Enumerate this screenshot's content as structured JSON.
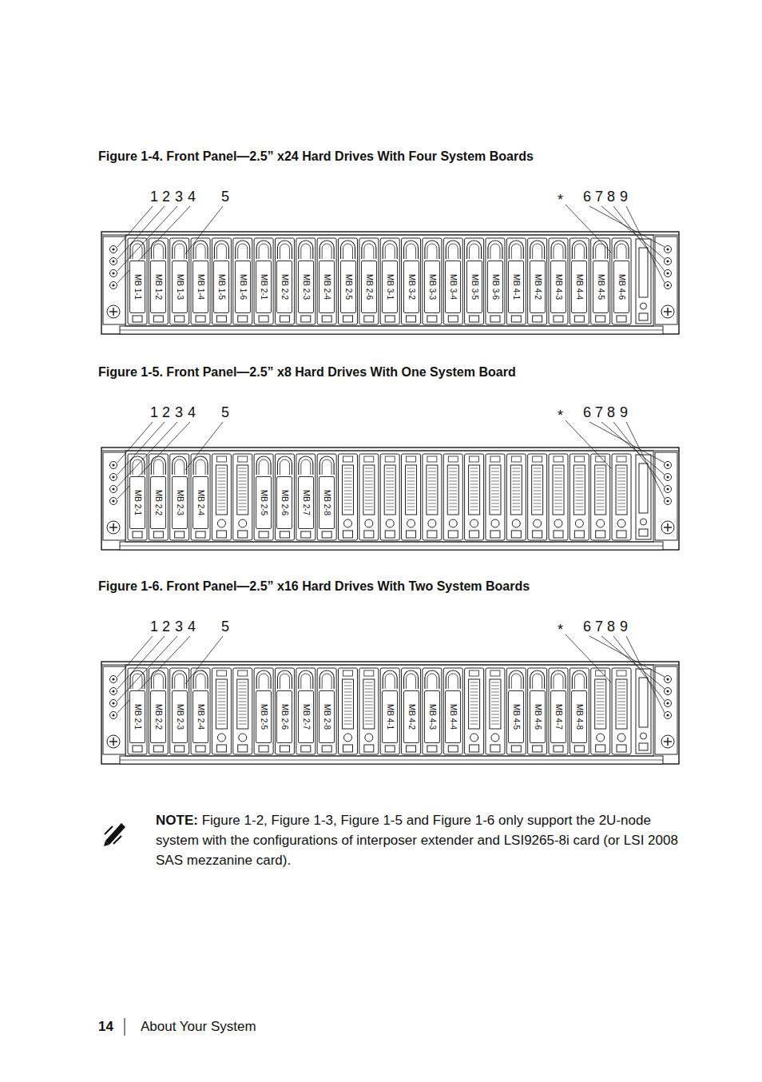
{
  "diagram": {
    "nodes": [
      {
        "text": [
          "MB 1-1"
        ]
      },
      {
        "text": [
          "MB 1-2"
        ]
      },
      {
        "text": [
          "MB 1-3"
        ]
      },
      {
        "text": [
          "MB 1-4"
        ]
      },
      {
        "text": [
          "MB 1-5"
        ]
      },
      {
        "text": [
          "MB 1-6"
        ]
      },
      {
        "text": [
          "MB 2-1"
        ]
      },
      {
        "text": [
          "MB 2-2"
        ]
      },
      {
        "text": [
          "MB 2-3"
        ]
      },
      {
        "text": [
          "MB 2-4"
        ]
      },
      {
        "text": [
          "MB 2-5"
        ]
      },
      {
        "text": [
          "MB 2-6"
        ]
      },
      {
        "text": [
          "MB 3-1"
        ]
      },
      {
        "text": [
          "MB 3-2"
        ]
      },
      {
        "text": [
          "MB 3-3"
        ]
      },
      {
        "text": [
          "MB 3-4"
        ]
      },
      {
        "text": [
          "MB 3-5"
        ]
      },
      {
        "text": [
          "MB 3-6"
        ]
      },
      {
        "text": [
          "MB 4-1"
        ]
      },
      {
        "text": [
          "MB 4-2"
        ]
      },
      {
        "text": [
          "MB 4-3"
        ]
      },
      {
        "text": [
          "MB 4-4"
        ]
      },
      {
        "text": [
          "MB 4-5"
        ]
      },
      {
        "text": [
          "MB 4-6"
        ]
      },
      {
        "text": [
          "MB 2-1"
        ]
      },
      {
        "text": [
          "MB 2-2"
        ]
      },
      {
        "text": [
          "MB 2-3"
        ]
      },
      {
        "text": [
          "MB 2-4"
        ]
      },
      {
        "text": [
          "MB 2-5"
        ]
      },
      {
        "text": [
          "MB 2-6"
        ]
      },
      {
        "text": [
          "MB 2-7"
        ]
      },
      {
        "text": [
          "MB 2-8"
        ]
      },
      {
        "text": [
          "MB 2-1"
        ]
      },
      {
        "text": [
          "MB 2-2"
        ]
      },
      {
        "text": [
          "MB 2-3"
        ]
      },
      {
        "text": [
          "MB 2-4"
        ]
      },
      {
        "text": [
          "MB 2-5"
        ]
      },
      {
        "text": [
          "MB 2-6"
        ]
      },
      {
        "text": [
          "MB 2-7"
        ]
      },
      {
        "text": [
          "MB 2-8"
        ]
      },
      {
        "text": [
          "MB 4-1"
        ]
      },
      {
        "text": [
          "MB 4-2"
        ]
      },
      {
        "text": [
          "MB 4-3"
        ]
      },
      {
        "text": [
          "MB 4-4"
        ]
      },
      {
        "text": [
          "MB 4-5"
        ]
      },
      {
        "text": [
          "MB 4-6"
        ]
      },
      {
        "text": [
          "MB 4-7"
        ]
      },
      {
        "text": [
          "MB 4-8"
        ]
      }
    ],
    "labels": [
      "Figure 1-4. Front Panel—2.5” x24 Hard Drives With Four System Boards",
      "1",
      "2",
      "3",
      "4",
      "5",
      "*",
      "6",
      "7",
      "8",
      "9",
      "Figure 1-5. Front Panel—2.5” x8 Hard Drives With One System Board",
      "1",
      "2",
      "3",
      "4",
      "5",
      "*",
      "6",
      "7",
      "8",
      "9",
      "Figure 1-6. Front Panel—2.5” x16 Hard Drives With Two System Boards",
      "1",
      "2",
      "3",
      "4",
      "5",
      "*",
      "6",
      "7",
      "8",
      "9",
      "NOTE:",
      "Figure 1-2, Figure 1-3, Figure 1-5 and Figure 1-6 only support the 2U-node system with the configurations of interposer extender and LSI9265-8i card (or LSI 2008 SAS mezzanine card).",
      "14",
      "About Your System"
    ]
  }
}
